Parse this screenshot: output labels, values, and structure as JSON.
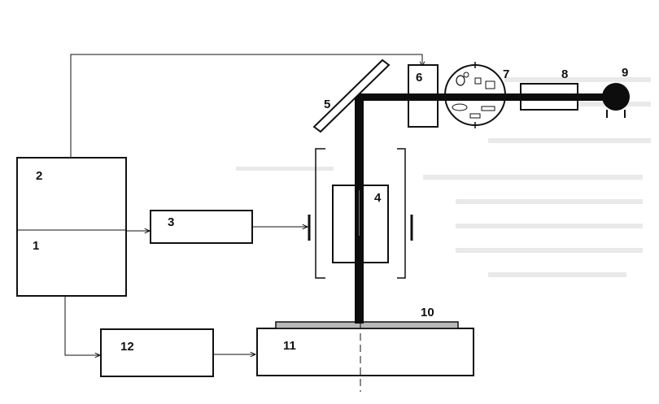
{
  "labels": {
    "b1": "1",
    "b2": "2",
    "b3": "3",
    "b4": "4",
    "b5": "5",
    "b6": "6",
    "b7": "7",
    "b8": "8",
    "b9": "9",
    "b10": "10",
    "b11": "11",
    "b12": "12"
  },
  "colors": {
    "line": "#111111",
    "beam": "#0d0d0d",
    "sample": "#b9b9b9"
  }
}
